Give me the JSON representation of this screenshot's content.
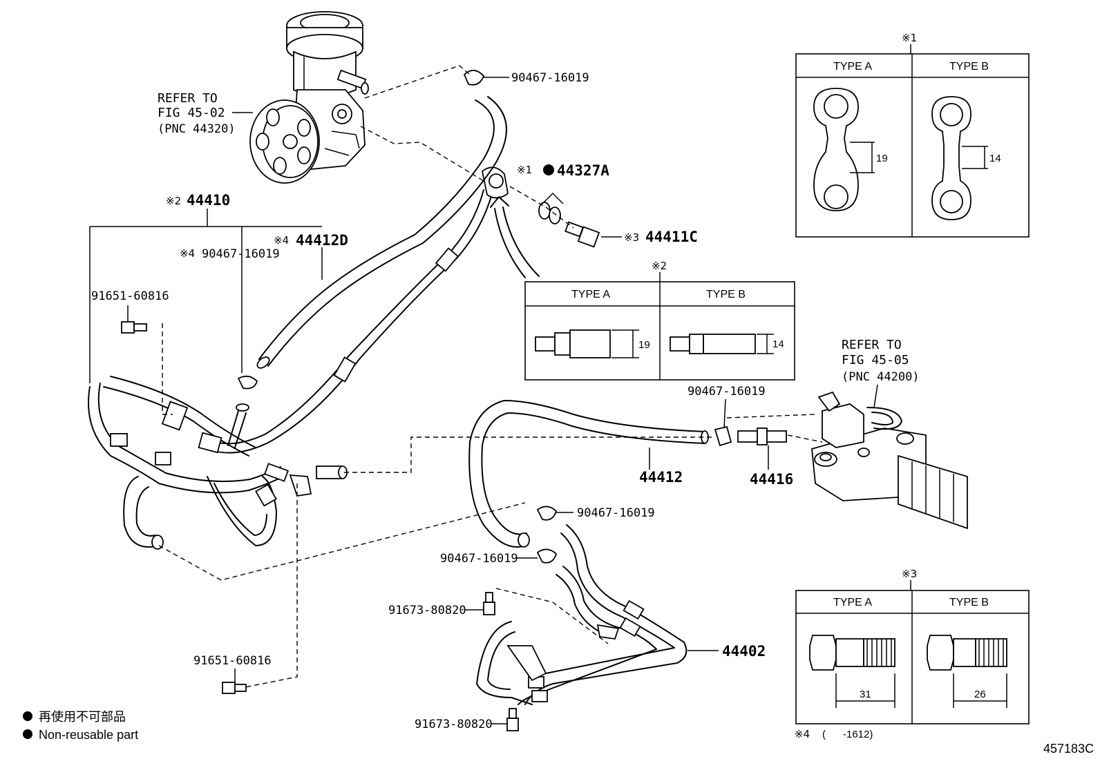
{
  "refer_pump": {
    "line1": "REFER TO",
    "line2": "FIG 45-02",
    "line3": "(PNC 44320)"
  },
  "refer_gear": {
    "line1": "REFER TO",
    "line2": "FIG 45-05",
    "line3": "(PNC 44200)"
  },
  "callouts": {
    "clamp_top": "90467-16019",
    "gasket_mark": "※1",
    "gasket": "44327A",
    "union_bolt_mark": "※3",
    "union_bolt": "44411C",
    "hose_assy_mark": "※2",
    "hose_assy": "44410",
    "hose_d_mark": "※4",
    "hose_d": "44412D",
    "clamp_left_mark": "※4",
    "clamp_left": "90467-16019",
    "bolt_left_upper": "91651-60816",
    "bolt_left_lower": "91651-60816",
    "clamp_gear": "90467-16019",
    "return_hose": "44412",
    "union": "44416",
    "clamp_mid": "90467-16019",
    "clamp_low": "90467-16019",
    "bolt_cooler_upper": "91673-80820",
    "bolt_cooler_lower": "91673-80820",
    "cooler": "44402"
  },
  "table1": {
    "mark": "※1",
    "type_a": "TYPE A",
    "type_b": "TYPE B",
    "dim_a": "19",
    "dim_b": "14"
  },
  "table2": {
    "mark": "※2",
    "type_a": "TYPE A",
    "type_b": "TYPE B",
    "dim_a": "19",
    "dim_b": "14"
  },
  "table3": {
    "mark": "※3",
    "type_a": "TYPE A",
    "type_b": "TYPE B",
    "dim_a": "31",
    "dim_b": "26"
  },
  "footnote": {
    "mark": "※4",
    "text": "(      -1612)"
  },
  "legend": {
    "line_jp": "再使用不可部品",
    "line_en": "Non-reusable part"
  },
  "figure_id": "457183C"
}
